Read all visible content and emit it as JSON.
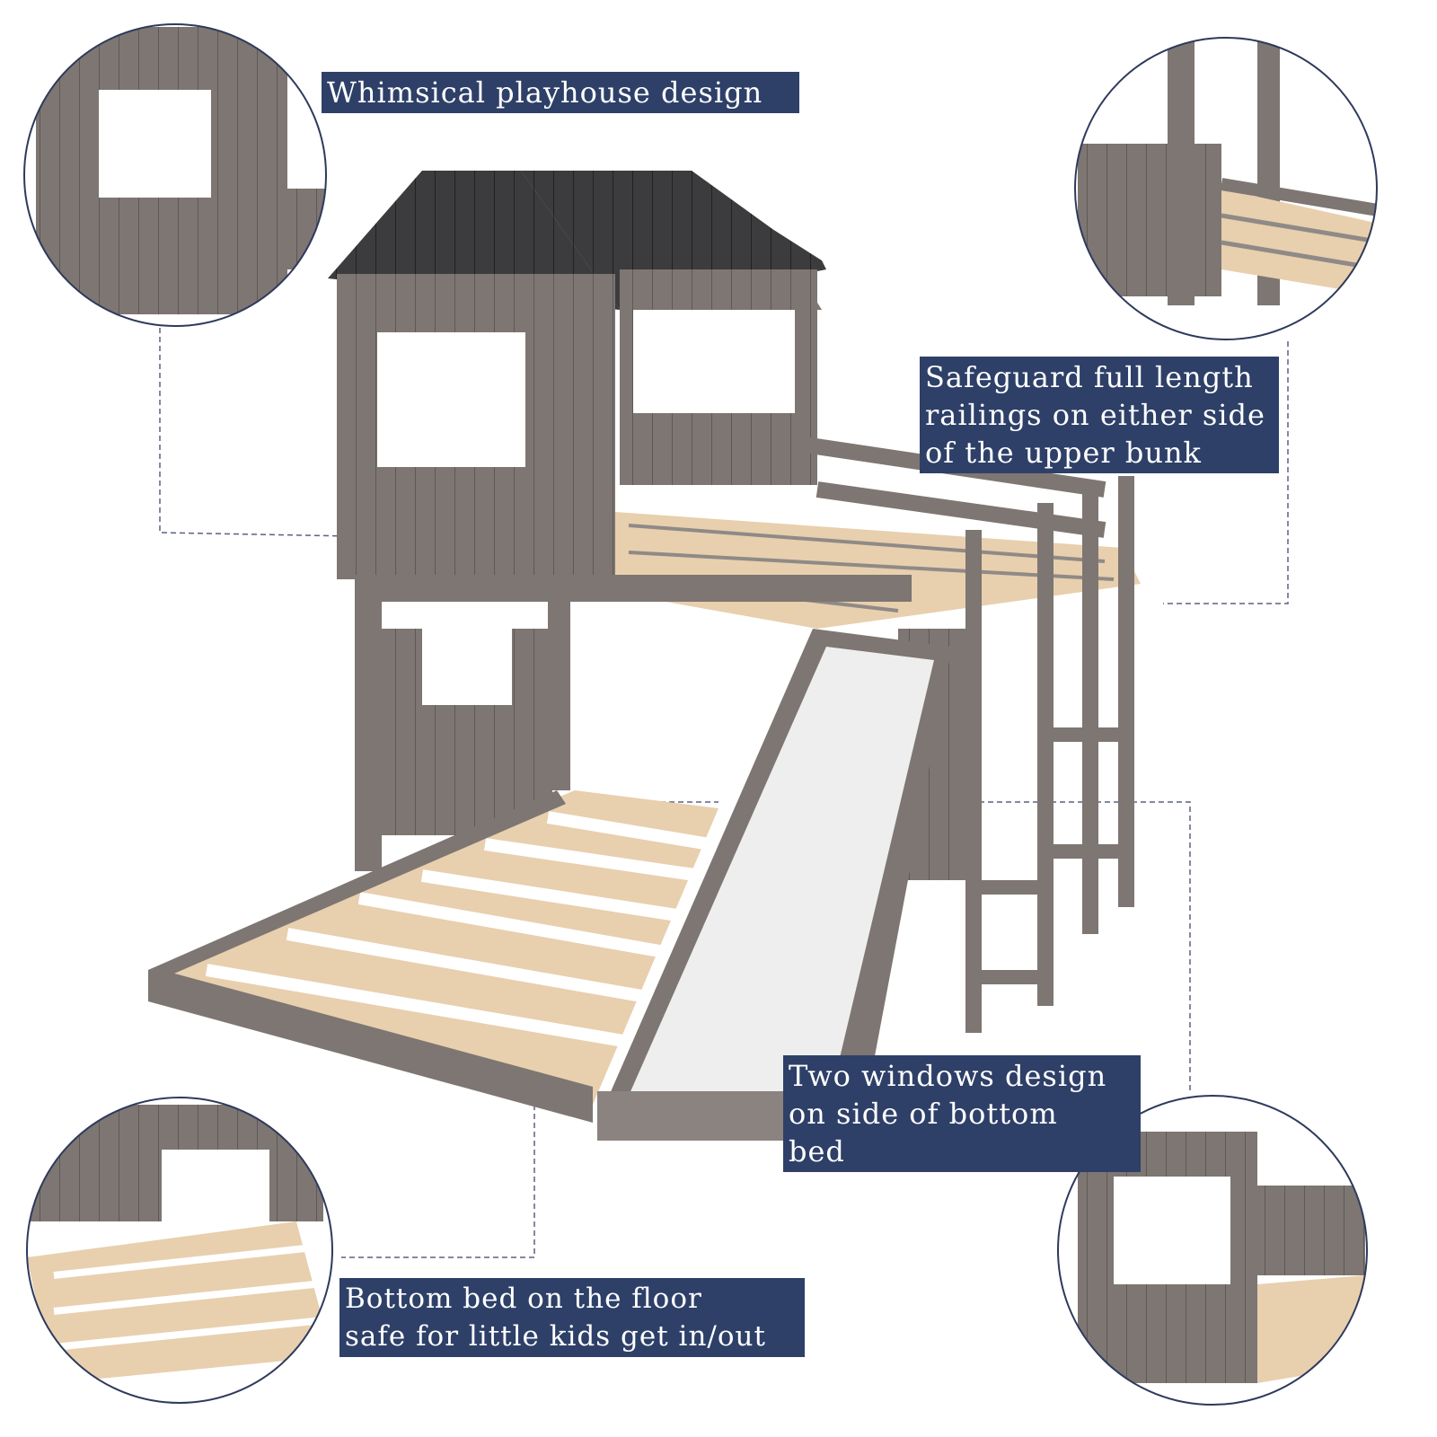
{
  "labels": {
    "playhouse": {
      "lines": [
        "Whimsical playhouse design"
      ]
    },
    "railings": {
      "lines": [
        "Safeguard full length",
        "railings on either side",
        "of the upper bunk"
      ]
    },
    "windows": {
      "lines": [
        "Two windows design",
        "on side of bottom",
        "bed"
      ]
    },
    "bottom_bed": {
      "lines": [
        "Bottom bed on the floor",
        "safe for little kids get in/out"
      ]
    }
  },
  "colors": {
    "label_bg": "#2e4068",
    "wood": "#7d7672",
    "slat": "#e8cfae",
    "roof": "#3c3c3e",
    "slide": "#eeeeee",
    "circle_border": "#2e3a5c"
  }
}
